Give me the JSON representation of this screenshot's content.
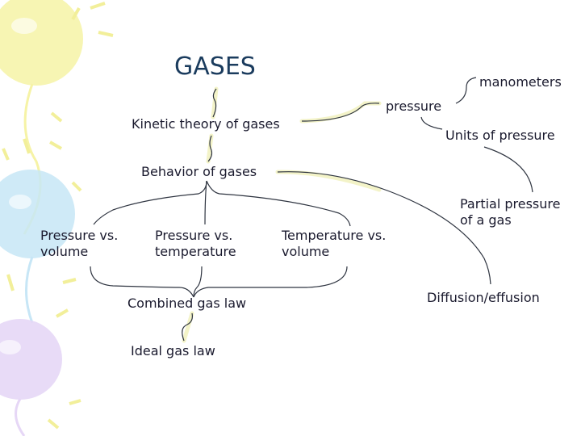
{
  "slide": {
    "title": "GASES",
    "nodes": {
      "kinetic": "Kinetic theory of gases",
      "pressure": "pressure",
      "manometers": "manometers",
      "units": "Units of pressure",
      "behavior": "Behavior of gases",
      "pv_volume_1": "Pressure vs.",
      "pv_volume_2": "volume",
      "pv_temp_1": "Pressure vs.",
      "pv_temp_2": "temperature",
      "tv_volume_1": "Temperature vs.",
      "tv_volume_2": "volume",
      "partial_1": "Partial pressure",
      "partial_2": "of a gas",
      "diffusion": "Diffusion/effusion",
      "combined": "Combined gas law",
      "ideal": "Ideal gas law"
    }
  },
  "decoration": {
    "theme": "pastel balloons and confetti",
    "colors": {
      "balloon_yellow": "#f6f3a6",
      "balloon_blue": "#c7e6f6",
      "balloon_purple": "#e6d7f6",
      "confetti": "#f2ef9a"
    }
  },
  "colors": {
    "title": "#1b3c5e",
    "text": "#1a1a2e",
    "line": "#2e3440"
  }
}
